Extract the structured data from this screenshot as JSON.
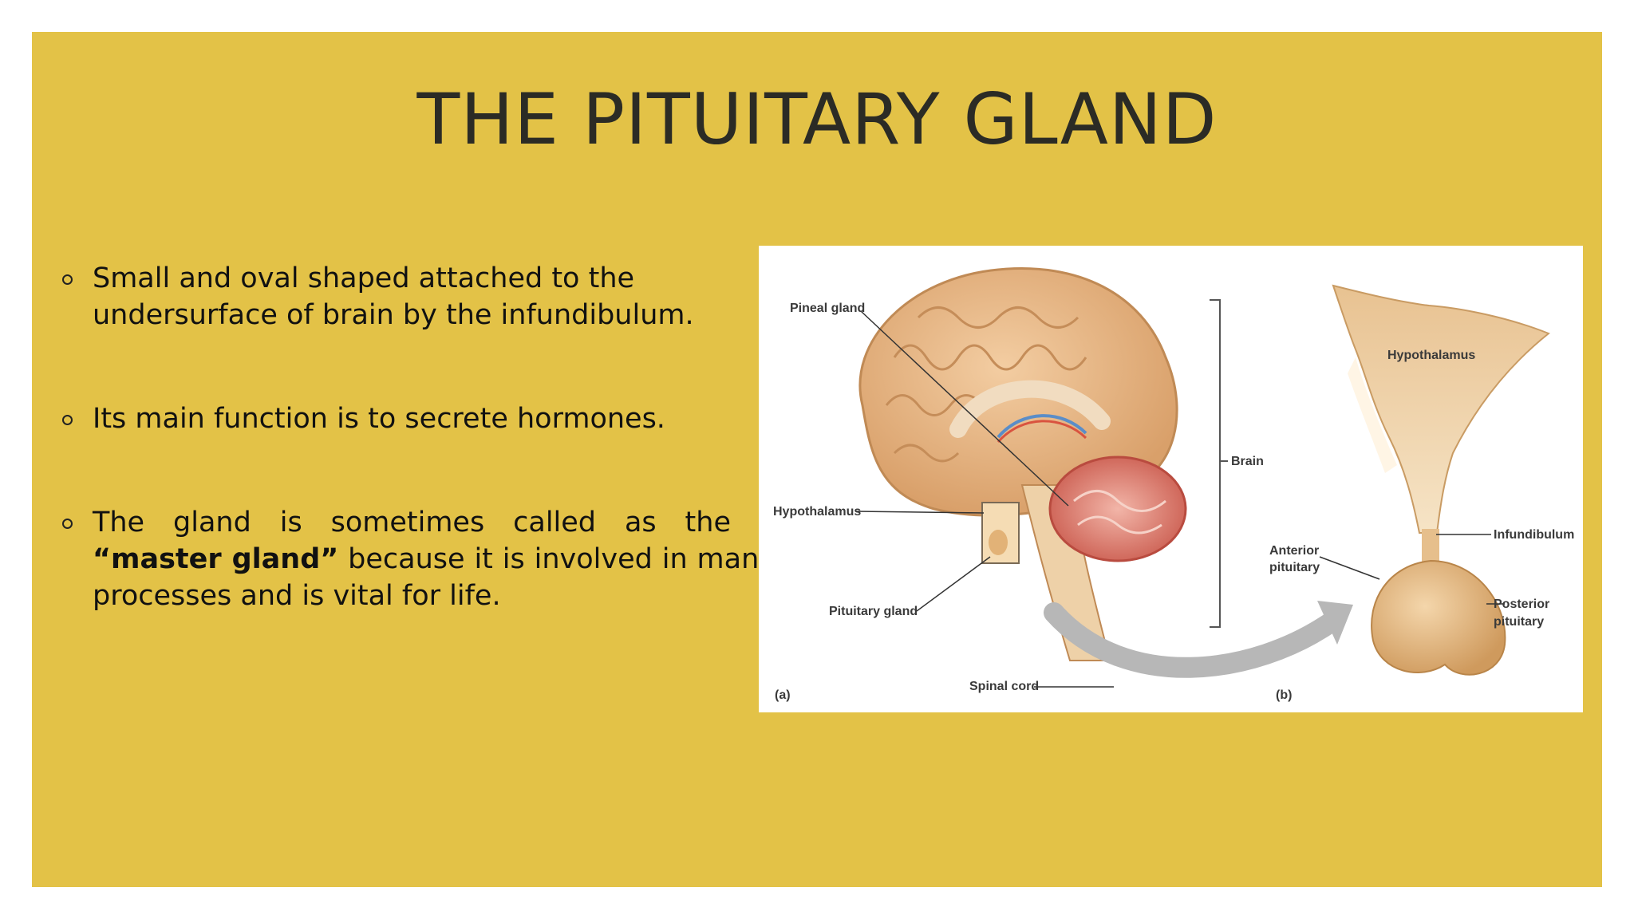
{
  "slide": {
    "title": "THE PITUITARY GLAND",
    "bullets": [
      {
        "text": "Small and oval shaped attached to the undersurface of brain by the infundibulum."
      },
      {
        "text": "Its main function is to secrete hormones."
      },
      {
        "text_before": "The gland is sometimes called as the",
        "bold": "“master gland”",
        "text_after": "because it is involved in many  processes and is vital for life."
      }
    ]
  },
  "figure": {
    "labels": {
      "pineal_gland": "Pineal gland",
      "hypothalamus_a": "Hypothalamus",
      "pituitary_gland": "Pituitary gland",
      "spinal_cord": "Spinal cord",
      "brain": "Brain",
      "panel_a": "(a)",
      "panel_b": "(b)",
      "hypothalamus_b": "Hypothalamus",
      "infundibulum": "Infundibulum",
      "anterior_pituitary_1": "Anterior",
      "anterior_pituitary_2": "pituitary",
      "posterior_pituitary_1": "Posterior",
      "posterior_pituitary_2": "pituitary"
    }
  }
}
